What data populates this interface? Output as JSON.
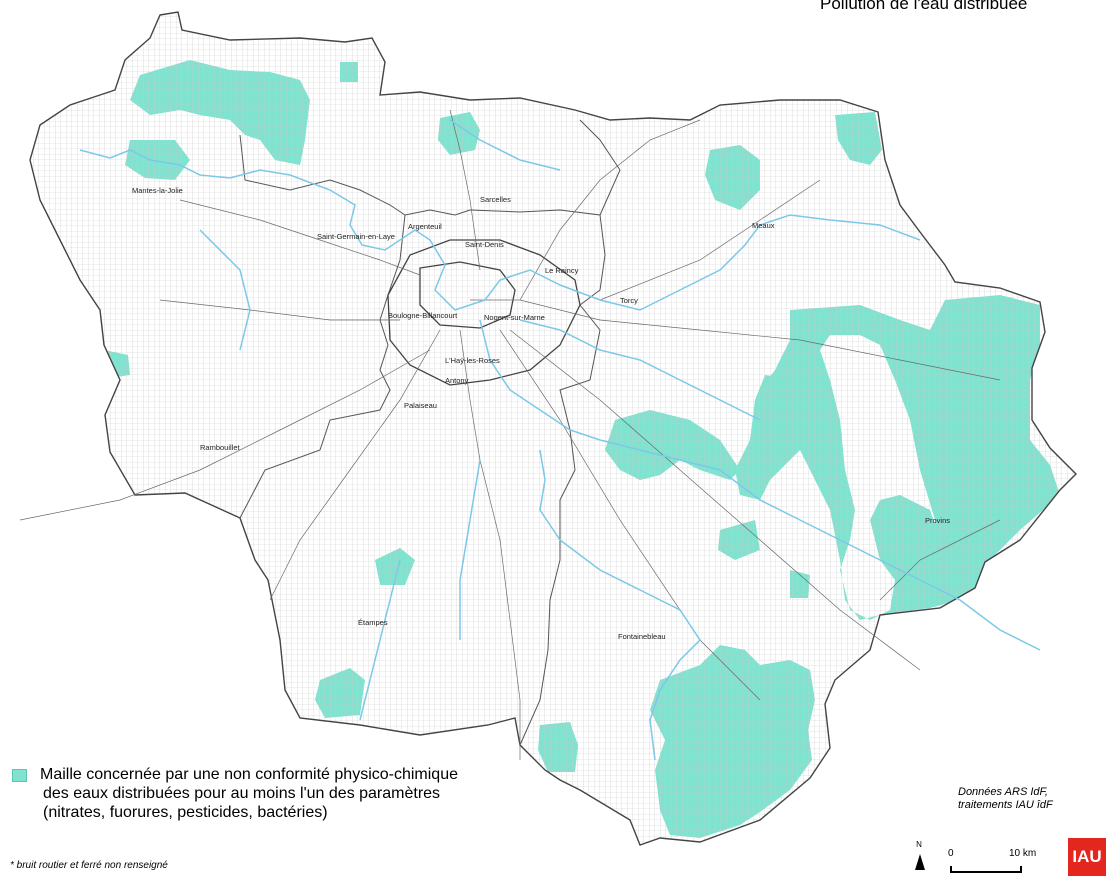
{
  "title": "Pollution de l'eau distribuée",
  "legend": {
    "swatch_color": "#7fe3cf",
    "line1": "Maille concernée par une non conformité physico-chimique",
    "line2": "des eaux distribuées pour au moins l'un des paramètres",
    "line3": "(nitrates, fuorures, pesticides, bactéries)"
  },
  "footnote": "* bruit routier et ferré non renseigné",
  "source": {
    "line1": "Données ARS IdF,",
    "line2": "traitements IAU îdF"
  },
  "scale": {
    "north": "N",
    "zero": "0",
    "ten": "10",
    "unit": "km"
  },
  "logo": "IAU",
  "colors": {
    "affected": "#7fe3cf",
    "river": "#7cc8e8",
    "grid": "#c9c9c9",
    "boundary": "#555555"
  },
  "places": [
    "Mantes-la-Jolie",
    "Sarcelles",
    "Argenteuil",
    "Saint-Germain-en-Laye",
    "Saint-Denis",
    "Meaux",
    "Le Raincy",
    "Torcy",
    "Boulogne-Billancourt",
    "Nogent-sur-Marne",
    "L'Haÿ-les-Roses",
    "Antony",
    "Palaiseau",
    "Rambouillet",
    "Provins",
    "Étampes",
    "Fontainebleau"
  ]
}
